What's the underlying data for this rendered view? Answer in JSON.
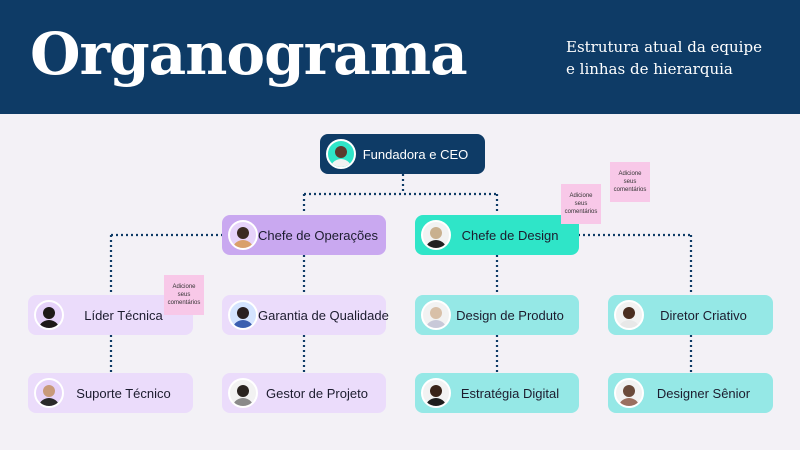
{
  "header": {
    "title": "Organograma",
    "subtitle_line1": "Estrutura atual da equipe",
    "subtitle_line2": "e linhas de hierarquia"
  },
  "nodes": {
    "ceo": "Fundadora e CEO",
    "operations": "Chefe de Operações",
    "design_head": "Chefe de Design",
    "tech_lead": "Líder Técnica",
    "quality": "Garantia de Qualidade",
    "product_design": "Design de Produto",
    "creative_director": "Diretor Criativo",
    "tech_support": "Suporte Técnico",
    "project_manager": "Gestor de Projeto",
    "digital_strategy": "Estratégia Digital",
    "senior_designer": "Designer Sênior"
  },
  "notes": {
    "note_top_right": "Adicione seus comentários",
    "note_design": "Adicione seus comentários",
    "note_tech": "Adicione seus comentários"
  },
  "colors": {
    "header_bg": "#0e3b66",
    "operations_branch": "#c9a8f0",
    "design_branch": "#2fe5c8",
    "sticky_note": "#f8c8e8",
    "connector": "#0e3b66"
  }
}
